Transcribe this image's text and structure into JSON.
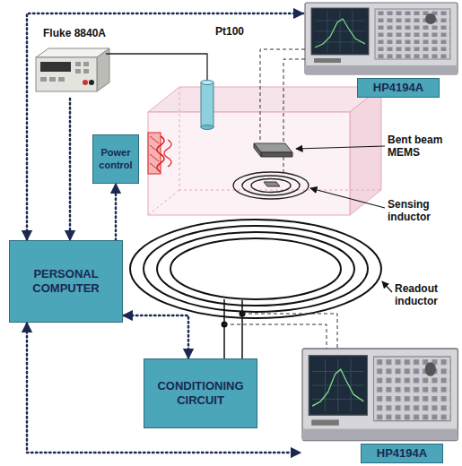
{
  "diagram": {
    "nodes": [
      {
        "text": [
          "HP4194A"
        ]
      },
      {
        "text": [
          "Fluke 8840A"
        ]
      },
      {
        "text": [
          "Power control"
        ]
      },
      {
        "text": [
          "PERSONAL COMPUTER"
        ]
      },
      {
        "text": [
          "CONDITIONING CIRCUIT"
        ]
      },
      {
        "text": [
          "HP4194A"
        ]
      }
    ],
    "edges": [
      {
        "from": 3,
        "to": 0,
        "arrow": "both"
      },
      {
        "from": 1,
        "to": 3,
        "arrow": "to"
      },
      {
        "from": 3,
        "to": 2,
        "arrow": "to"
      },
      {
        "from": 3,
        "to": 4,
        "arrow": "both"
      },
      {
        "from": 3,
        "to": 5,
        "arrow": "both"
      }
    ],
    "labels": [
      "Pt100",
      "Bent beam MEMS",
      "Sensing inductor",
      "Readout inductor"
    ]
  }
}
